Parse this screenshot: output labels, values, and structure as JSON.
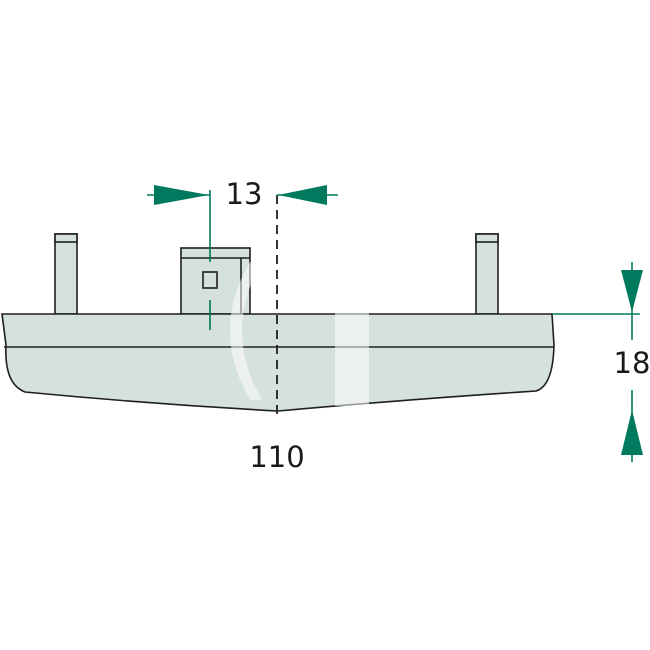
{
  "dimensions": {
    "offset": "13",
    "length": "110",
    "height": "18"
  },
  "colors": {
    "part_fill": "#d4e1dd",
    "part_stroke": "#1f1f1f",
    "dimension_accent": "#007a5e",
    "watermark": "#ffffff"
  },
  "icons": {
    "watermark": "logo-watermark-icon"
  }
}
